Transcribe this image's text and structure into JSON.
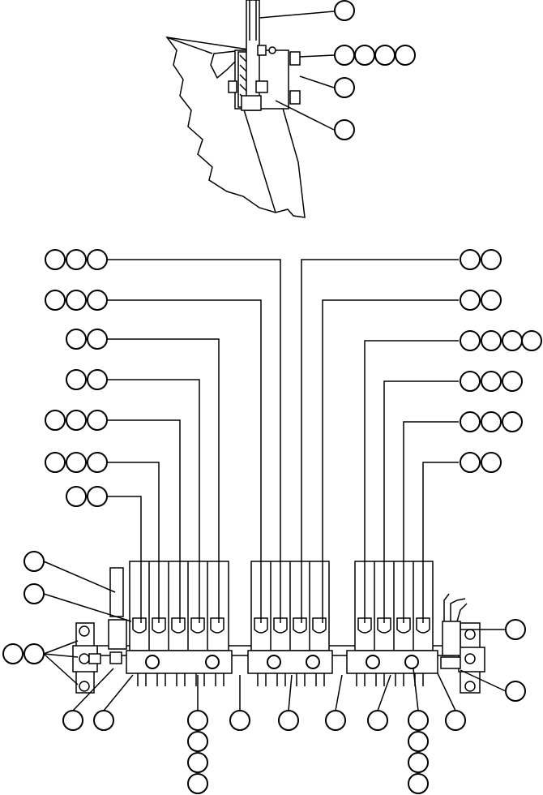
{
  "figure": {
    "description_free": true,
    "callout_rows_top": [
      {
        "id": "top-1",
        "count": 1
      },
      {
        "id": "top-2",
        "count": 4
      },
      {
        "id": "top-3",
        "count": 1
      },
      {
        "id": "top-4",
        "count": 1
      }
    ],
    "callouts_left": [
      3,
      3,
      2,
      2,
      3,
      3,
      2
    ],
    "callouts_right": [
      2,
      2,
      4,
      3,
      3,
      2
    ],
    "colors": {
      "line": "#000000",
      "background": "#ffffff"
    }
  }
}
